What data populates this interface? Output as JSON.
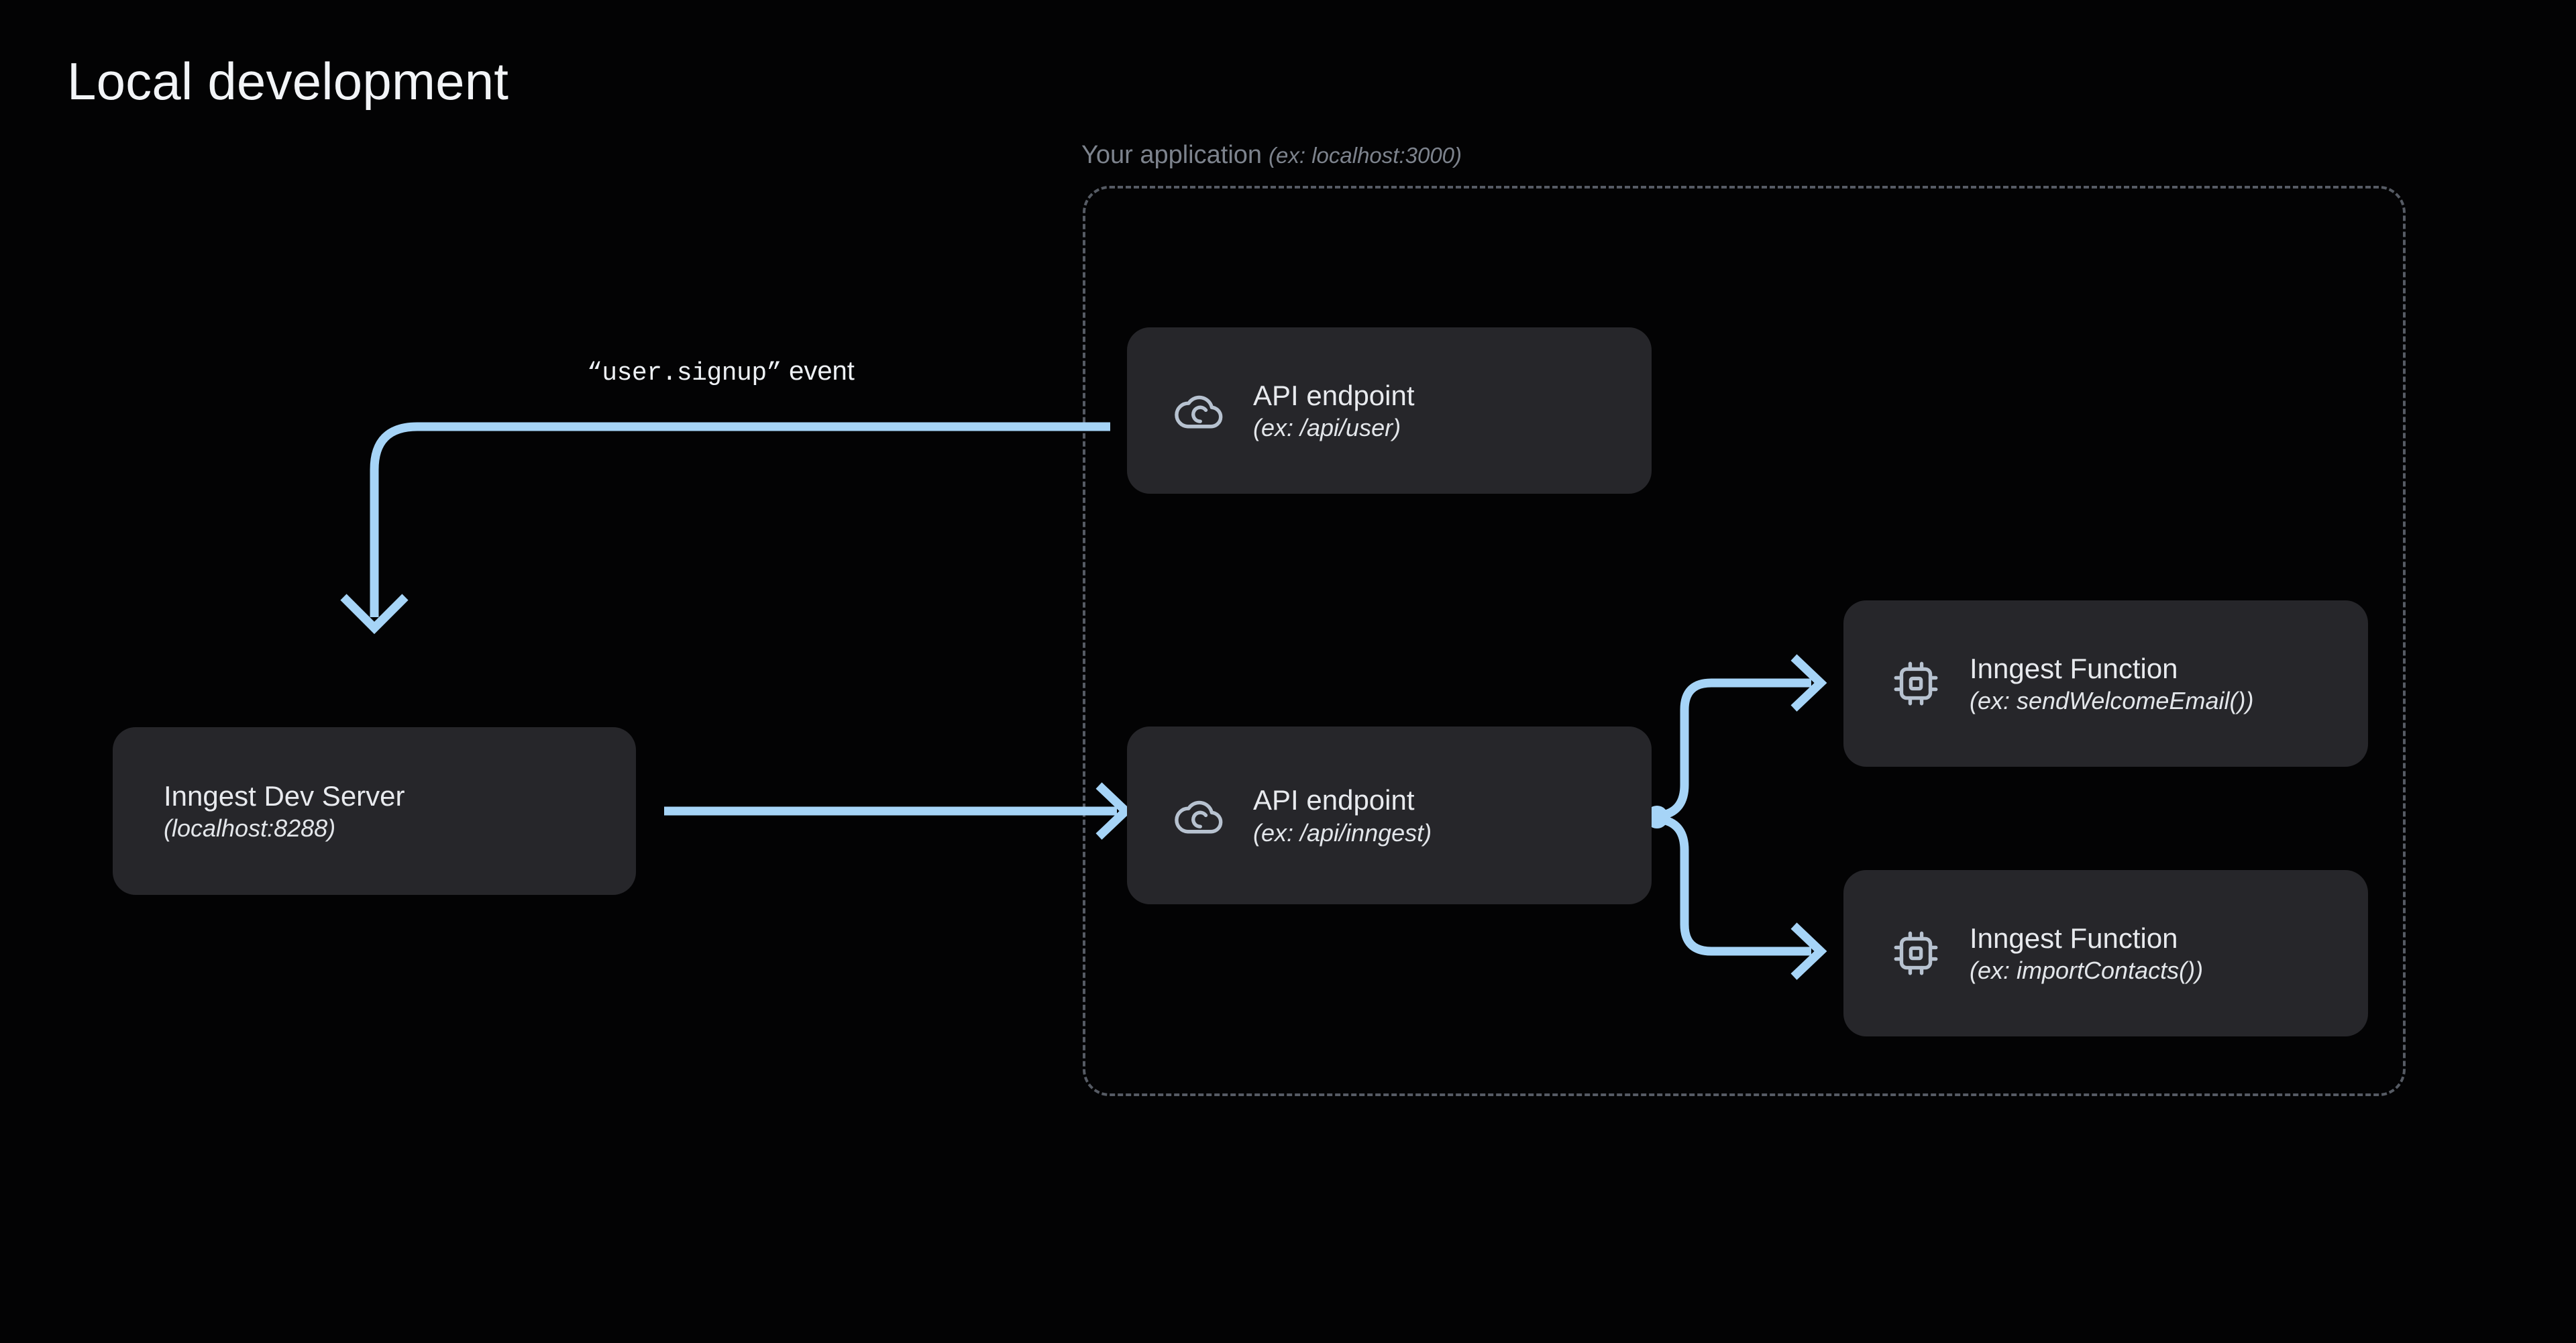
{
  "page": {
    "title": "Local development",
    "background_color": "#030304",
    "accent_color": "#a6d4f7",
    "node_fill_color": "#26262a",
    "container_border_color": "#565b64"
  },
  "container": {
    "label": "Your application",
    "label_sub": "(ex: localhost:3000)"
  },
  "connectors": {
    "event_label_code": "“user.signup”",
    "event_label_text": " event"
  },
  "nodes": {
    "api_user": {
      "icon": "cloud-icon",
      "title": "API endpoint",
      "sub": "(ex: /api/user)"
    },
    "api_inngest": {
      "icon": "cloud-icon",
      "title": "API endpoint",
      "sub": "(ex: /api/inngest)"
    },
    "dev_server": {
      "title": "Inngest Dev Server",
      "sub": "(localhost:8288)"
    },
    "fn_welcome": {
      "icon": "cpu-chip-icon",
      "title": "Inngest Function",
      "sub": "(ex: sendWelcomeEmail())"
    },
    "fn_contacts": {
      "icon": "cpu-chip-icon",
      "title": "Inngest Function",
      "sub": "(ex: importContacts())"
    }
  }
}
